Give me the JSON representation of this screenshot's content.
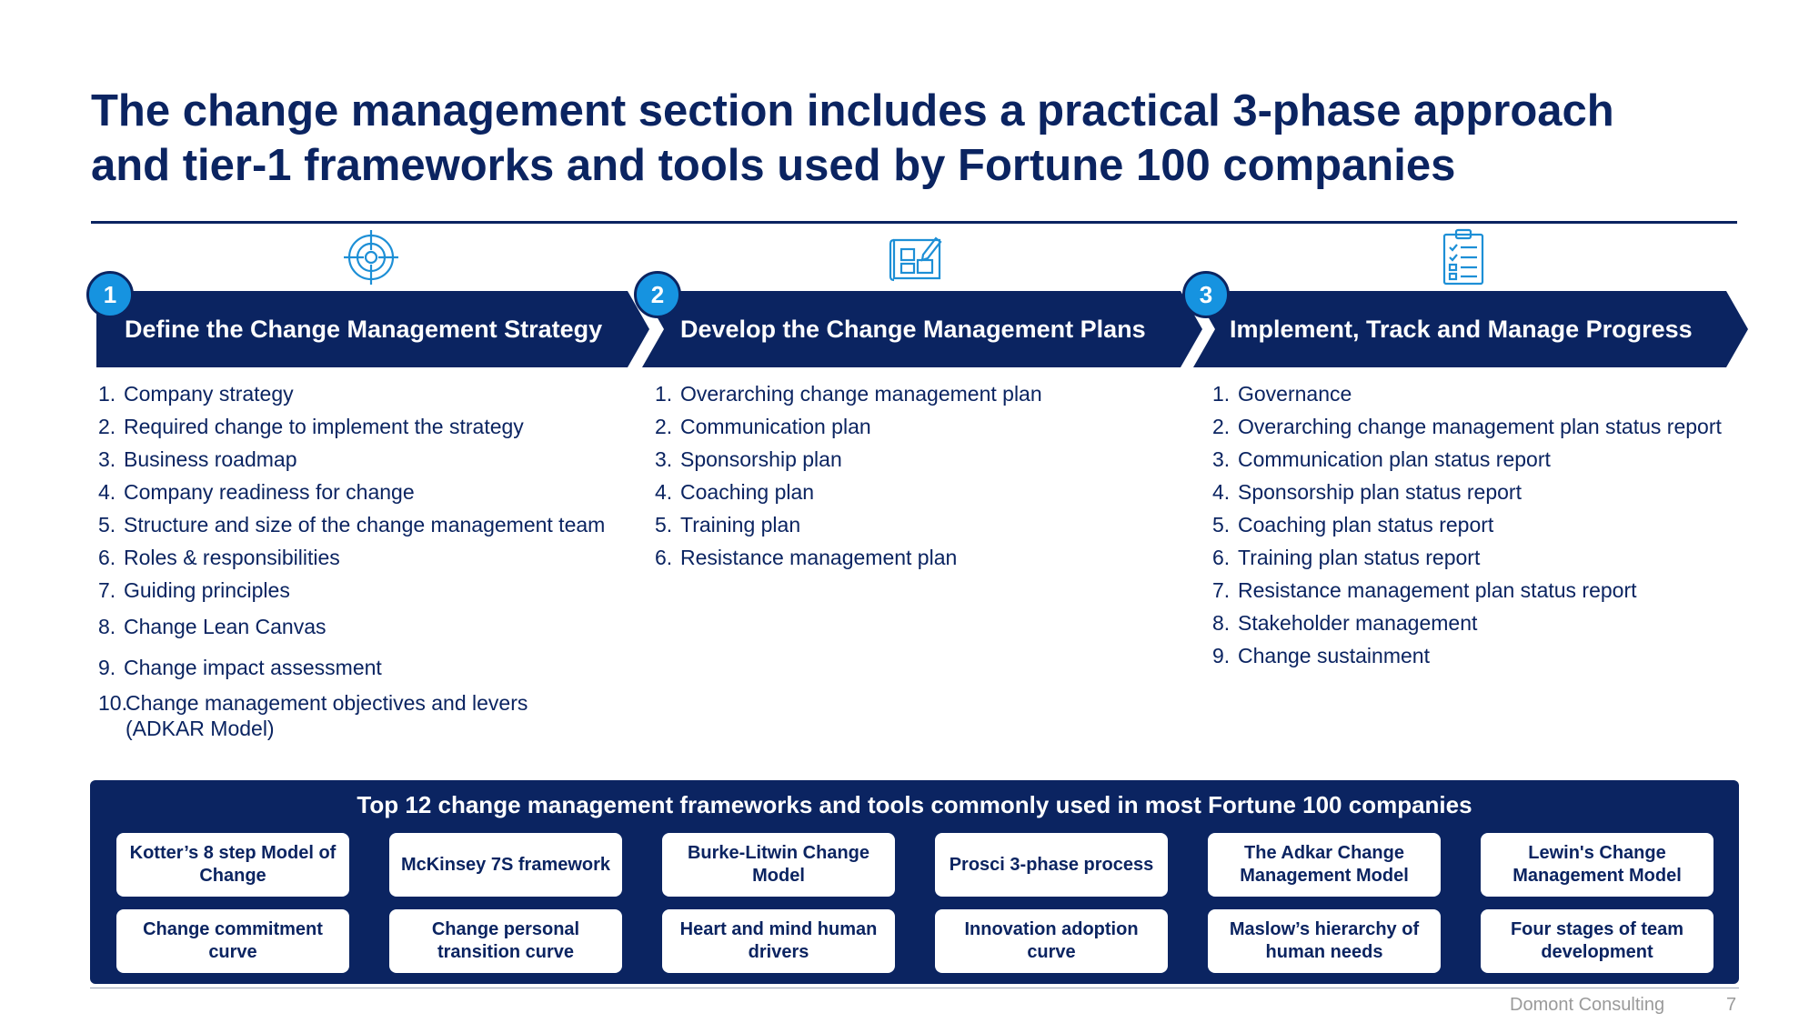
{
  "title": {
    "line1": "The change management section includes a practical 3-phase approach",
    "line2": "and tier-1 frameworks and tools used by Fortune 100 companies"
  },
  "phases": [
    {
      "number": "1",
      "icon": "target-icon",
      "title": "Define the Change Management Strategy",
      "items": [
        {
          "num": "1.",
          "text": "Company strategy"
        },
        {
          "num": "2.",
          "text": "Required change to implement the strategy"
        },
        {
          "num": "3.",
          "text": "Business roadmap"
        },
        {
          "num": "4.",
          "text": "Company readiness for change"
        },
        {
          "num": "5.",
          "text": "Structure and size of the change management team"
        },
        {
          "num": "6.",
          "text": "Roles & responsibilities"
        },
        {
          "num": "7.",
          "text": "Guiding principles"
        },
        {
          "num": "8.",
          "text": "Change Lean Canvas"
        },
        {
          "num": "9.",
          "text": "Change impact assessment"
        },
        {
          "num": "10.",
          "text": "Change management objectives and levers (ADKAR Model)"
        }
      ]
    },
    {
      "number": "2",
      "icon": "blueprint-plan-icon",
      "title": "Develop the Change Management Plans",
      "items": [
        {
          "num": "1.",
          "text": "Overarching change management plan"
        },
        {
          "num": "2.",
          "text": "Communication plan"
        },
        {
          "num": "3.",
          "text": "Sponsorship plan"
        },
        {
          "num": "4.",
          "text": "Coaching plan"
        },
        {
          "num": "5.",
          "text": "Training plan"
        },
        {
          "num": "6.",
          "text": "Resistance management plan"
        }
      ]
    },
    {
      "number": "3",
      "icon": "clipboard-checklist-icon",
      "title": "Implement, Track and Manage Progress",
      "items": [
        {
          "num": "1.",
          "text": "Governance"
        },
        {
          "num": "2.",
          "text": "Overarching change management plan status report"
        },
        {
          "num": "3.",
          "text": "Communication plan status report"
        },
        {
          "num": "4.",
          "text": "Sponsorship plan status report"
        },
        {
          "num": "5.",
          "text": "Coaching plan status report"
        },
        {
          "num": "6.",
          "text": "Training plan status report"
        },
        {
          "num": "7.",
          "text": "Resistance management plan status report"
        },
        {
          "num": "8.",
          "text": "Stakeholder management"
        },
        {
          "num": "9.",
          "text": "Change sustainment"
        }
      ]
    }
  ],
  "frameworks": {
    "title": "Top 12 change management frameworks and tools commonly used in most Fortune 100 companies",
    "items": [
      "Kotter’s 8 step Model of Change",
      "McKinsey 7S framework",
      "Burke-Litwin Change Model",
      "Prosci 3-phase process",
      "The Adkar Change Management Model",
      "Lewin's Change Management Model",
      "Change commitment curve",
      "Change personal transition curve",
      "Heart and mind human drivers",
      "Innovation adoption curve",
      "Maslow’s hierarchy of human needs",
      "Four stages of team development"
    ]
  },
  "footer": {
    "company": "Domont Consulting",
    "page": "7"
  },
  "colors": {
    "navy": "#0b2461",
    "accent_blue": "#1693e0",
    "icon_blue": "#1d8fd6"
  }
}
